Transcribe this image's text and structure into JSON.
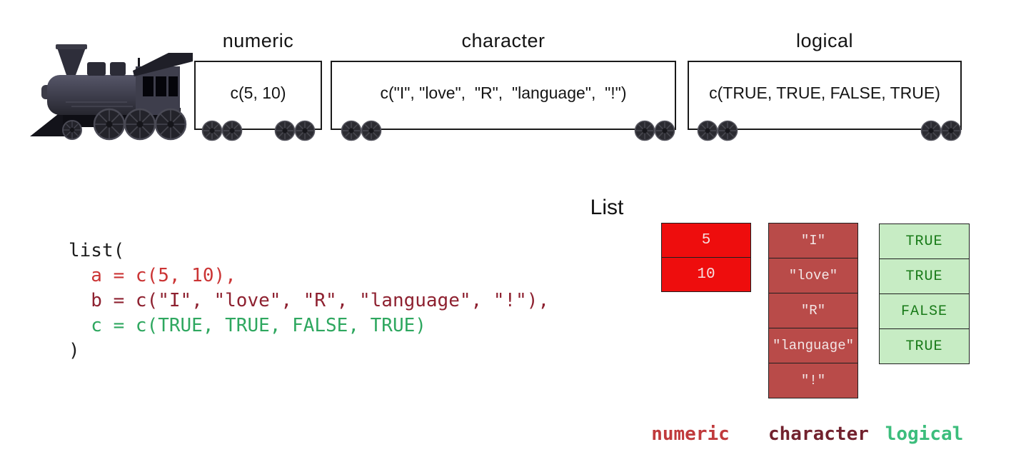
{
  "train": {
    "cars": [
      {
        "label": "numeric",
        "content": "c(5, 10)"
      },
      {
        "label": "character",
        "content": "c(\"I\", \"love\",  \"R\",  \"language\",  \"!\")"
      },
      {
        "label": "logical",
        "content": "c(TRUE, TRUE, FALSE, TRUE)"
      }
    ]
  },
  "code": {
    "lines": [
      {
        "text": "list("
      },
      {
        "text": "  a = c(5, 10),"
      },
      {
        "text": "  b = c(\"I\", \"love\", \"R\", \"language\", \"!\"),"
      },
      {
        "text": "  c = c(TRUE, TRUE, FALSE, TRUE)"
      },
      {
        "text": ")"
      }
    ]
  },
  "list": {
    "title": "List",
    "columns": [
      {
        "name": "numeric",
        "cells": [
          "5",
          "10"
        ]
      },
      {
        "name": "character",
        "cells": [
          "″I″",
          "″love″",
          "″R″",
          "″language″",
          "″!″"
        ]
      },
      {
        "name": "logical",
        "cells": [
          "TRUE",
          "TRUE",
          "FALSE",
          "TRUE"
        ]
      }
    ]
  },
  "colors": {
    "numeric_cell_bg": "#ee0d0d",
    "numeric_cell_text": "#f6dede",
    "character_cell_bg": "#b94b49",
    "character_cell_text": "#f3e6e6",
    "logical_cell_bg": "#c7ecc4",
    "logical_cell_text": "#187a18",
    "caption_numeric": "#c03a3c",
    "caption_character": "#72222e",
    "caption_logical": "#3cbd7c",
    "code_line_a": "#cb3434",
    "code_line_b": "#8e2130",
    "code_line_c": "#2ea75f",
    "code_plain": "#1d1d1d"
  }
}
